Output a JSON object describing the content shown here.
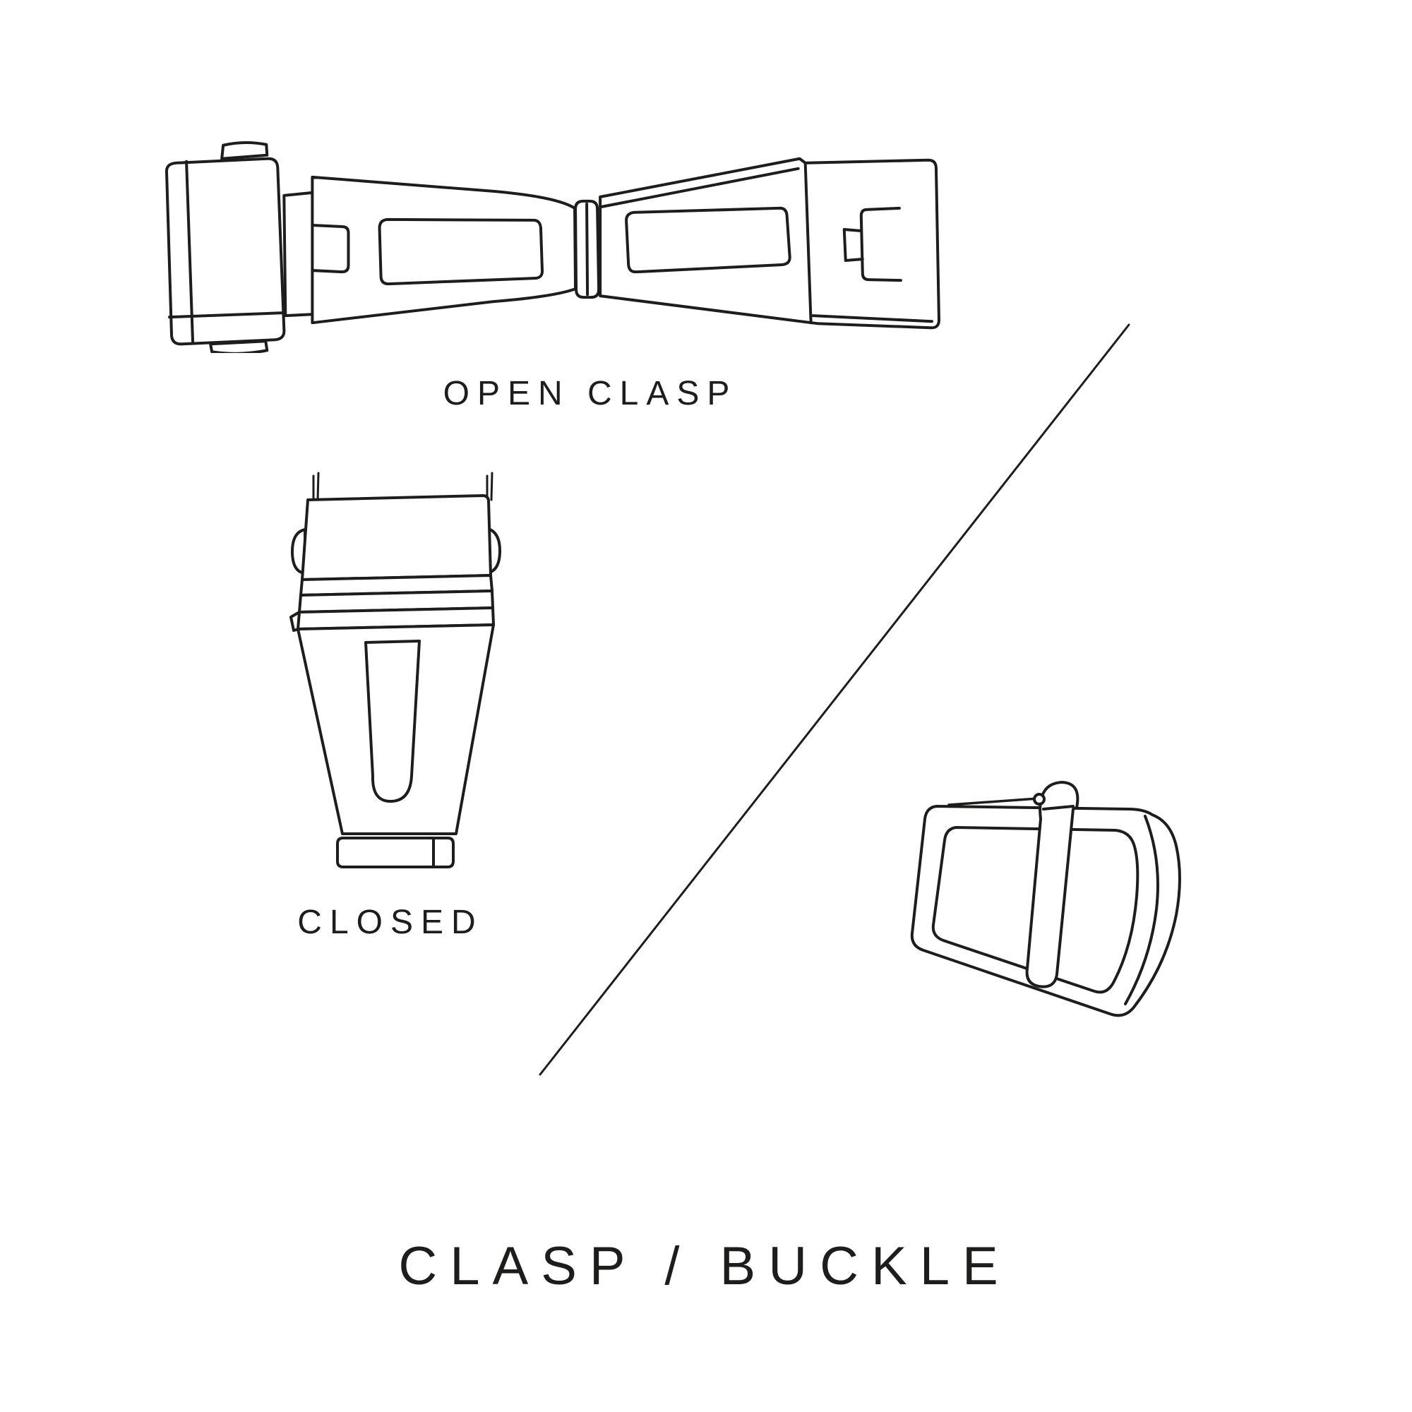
{
  "page": {
    "background_color": "#ffffff",
    "line_color": "#1d1d1b",
    "text_color": "#1d1d1b"
  },
  "figures": {
    "open_clasp": {
      "label": "OPEN CLASP"
    },
    "closed_clasp": {
      "label": "CLOSED"
    },
    "buckle": {
      "label": ""
    }
  },
  "title": "CLASP / BUCKLE"
}
